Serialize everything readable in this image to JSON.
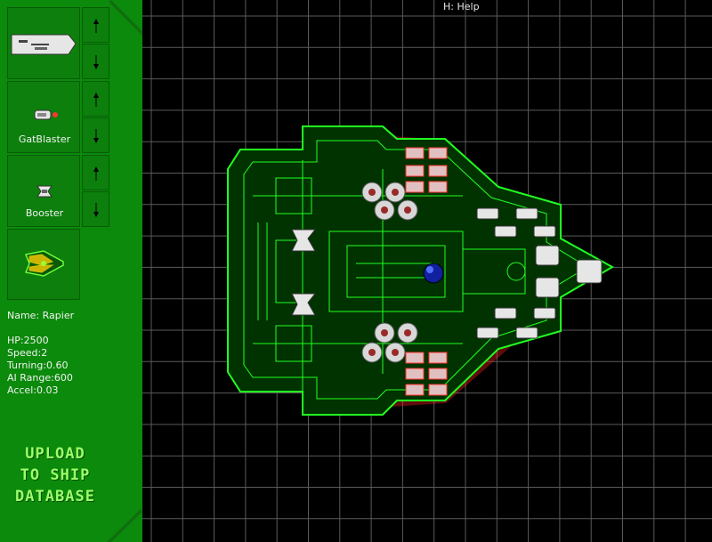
{
  "help_hint": "H: Help",
  "slots": [
    {
      "name": "hull-slot",
      "label": ""
    },
    {
      "name": "weapon-slot",
      "label": "GatBlaster"
    },
    {
      "name": "engine-slot",
      "label": "Booster"
    },
    {
      "name": "ship-slot",
      "label": ""
    }
  ],
  "ship": {
    "name": "Name: Rapier",
    "hp": "HP:2500",
    "speed": "Speed:2",
    "turning": "Turning:0.60",
    "ai_range": "AI Range:600",
    "accel": "Accel:0.03"
  },
  "upload_button": {
    "line1": "UPLOAD",
    "line2": "TO SHIP",
    "line3": "DATABASE"
  },
  "colors": {
    "panel": "#0b8a0b",
    "ship_outline": "#22ff22",
    "engine_glow": "#ff2222",
    "grid": "#5a5a5a",
    "upload_text": "#9cff6a"
  },
  "icons": [
    "up-arrow-icon",
    "down-arrow-icon",
    "gatblaster-icon",
    "booster-icon",
    "hull-part-icon",
    "ship-preview-icon"
  ]
}
